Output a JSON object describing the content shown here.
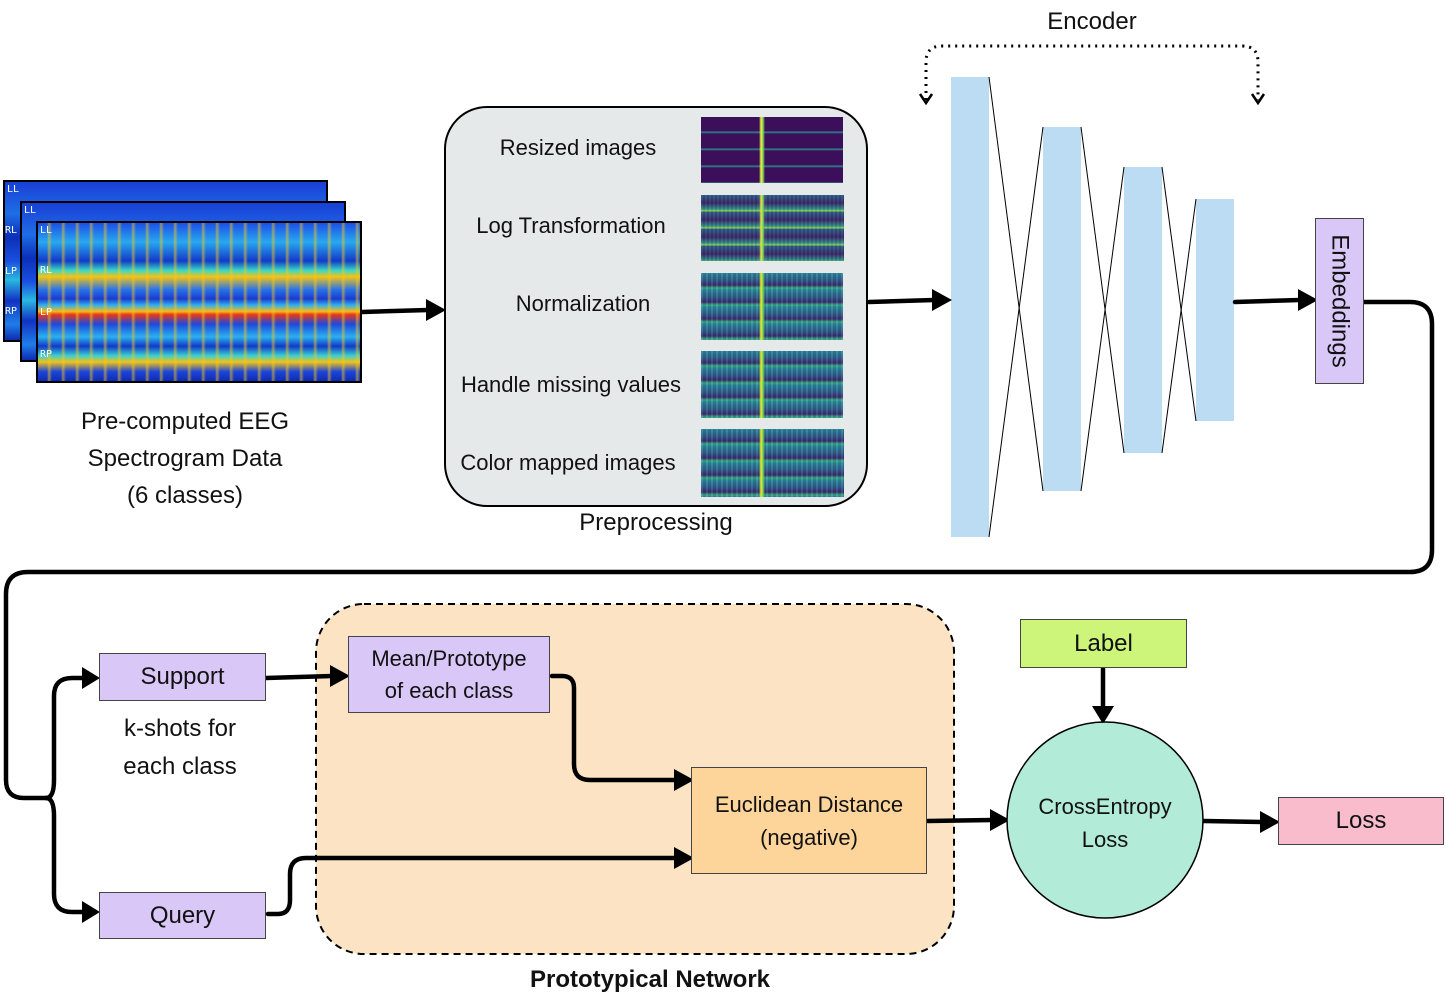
{
  "input": {
    "caption": [
      "Pre-computed EEG",
      "Spectrogram Data",
      "(6 classes)"
    ],
    "channels": [
      "LL",
      "RL",
      "LP",
      "RP"
    ]
  },
  "preprocessing": {
    "title": "Preprocessing",
    "steps": [
      "Resized images",
      "Log Transformation",
      "Normalization",
      "Handle missing values",
      "Color mapped images"
    ]
  },
  "encoder": {
    "title": "Encoder"
  },
  "embeddings": {
    "label": "Embeddings"
  },
  "support": {
    "label": "Support",
    "caption": [
      "k-shots for",
      "each class"
    ]
  },
  "query": {
    "label": "Query"
  },
  "prototypical_network": {
    "title": "Prototypical Network",
    "prototype": [
      "Mean/Prototype",
      "of each class"
    ],
    "distance": [
      "Euclidean Distance",
      "(negative)"
    ]
  },
  "label_box": {
    "label": "Label"
  },
  "crossentropy": [
    "CrossEntropy",
    "Loss"
  ],
  "loss": {
    "label": "Loss"
  },
  "colors": {
    "purple": "#d9c8f7",
    "light_blue": "#bcdcf3",
    "orange_bg": "#fbe3c4",
    "orange_box": "#fdd49a",
    "green": "#ccf57a",
    "teal": "#b3ebd9",
    "pink": "#f8bccd",
    "grey_bg": "#e6e9ea"
  }
}
